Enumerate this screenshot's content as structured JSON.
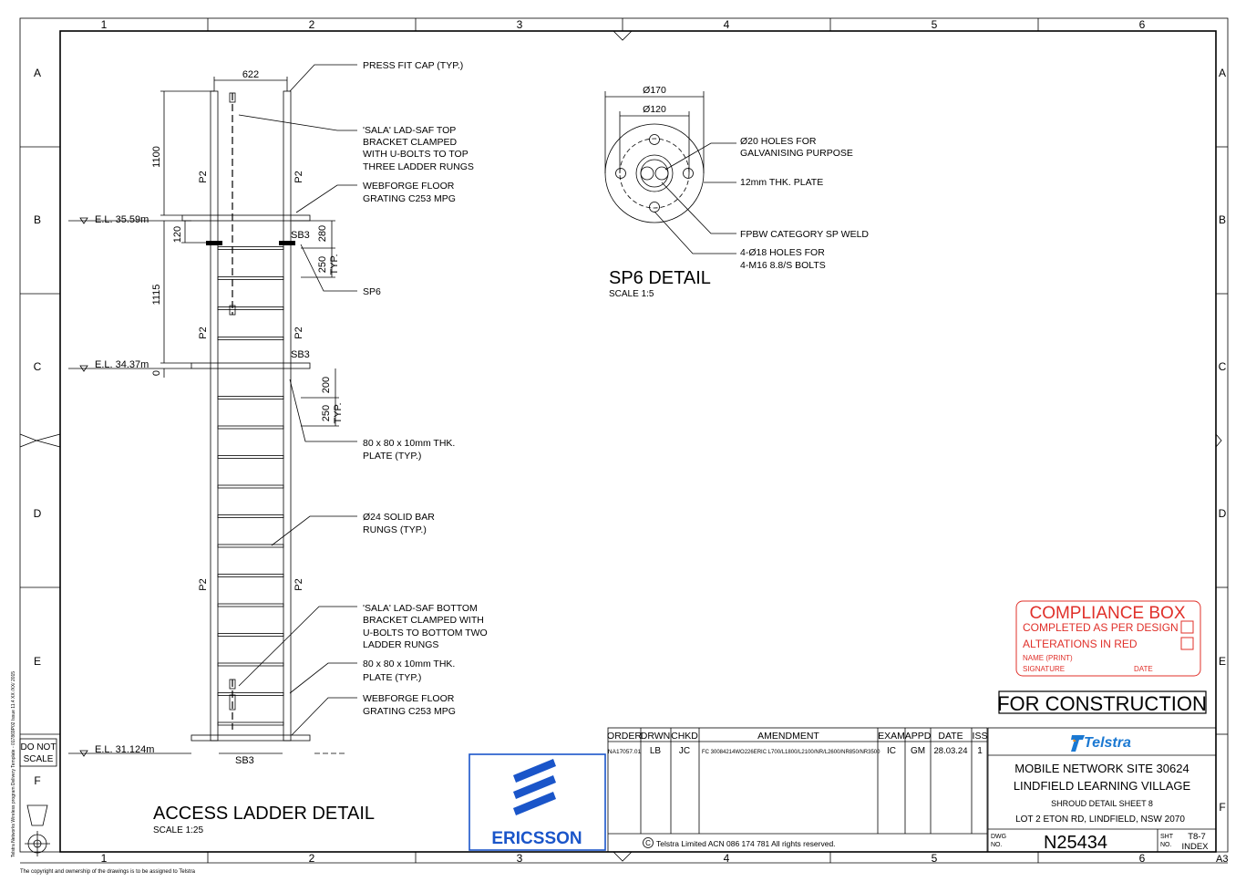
{
  "border": {
    "col_labels": [
      "1",
      "2",
      "3",
      "4",
      "5",
      "6"
    ],
    "row_labels": [
      "A",
      "B",
      "C",
      "D",
      "E",
      "F"
    ],
    "paper_size": "A3",
    "side_text": "Telstra Networks Wireless program Delivery Template - 017869P02 Issue 11.4  XX /XX/ 2015",
    "bottom_text": "The copyright and ownership of the drawings is to be assigned to Telstra"
  },
  "ladder": {
    "title": "ACCESS LADDER DETAIL",
    "scale": "SCALE 1:25",
    "dims": {
      "width": "622",
      "top_height": "1100",
      "mid_height": "1115",
      "bracket_offset": "120",
      "zero": "0",
      "rung_top": "280",
      "rung_spacing": "250",
      "typ": "TYP.",
      "rung_top2": "200",
      "rung_spacing2": "250",
      "typ2": "TYP."
    },
    "member_labels": {
      "post": "P2",
      "sb": "SB3"
    },
    "levels": [
      "E.L.  35.59m",
      "E.L.  34.37m",
      "E.L.  31.124m"
    ],
    "callouts": {
      "press_fit": "PRESS FIT CAP (TYP.)",
      "sala_top": [
        "'SALA' LAD-SAF TOP",
        "BRACKET CLAMPED",
        "WITH U-BOLTS TO TOP",
        "THREE LADDER RUNGS"
      ],
      "webforge_top": [
        "WEBFORGE FLOOR",
        "GRATING C253 MPG"
      ],
      "sp6": "SP6",
      "plate_top": [
        "80 x 80 x 10mm THK.",
        "PLATE (TYP.)"
      ],
      "rungs": [
        "Ø24 SOLID BAR",
        "RUNGS (TYP.)"
      ],
      "sala_bottom": [
        "'SALA' LAD-SAF BOTTOM",
        "BRACKET CLAMPED WITH",
        "U-BOLTS TO BOTTOM TWO",
        "LADDER RUNGS"
      ],
      "plate_bottom": [
        "80 x 80 x 10mm THK.",
        "PLATE (TYP.)"
      ],
      "webforge_bottom": [
        "WEBFORGE FLOOR",
        "GRATING C253 MPG"
      ]
    }
  },
  "sp6": {
    "title": "SP6 DETAIL",
    "scale": "SCALE 1:5",
    "dia_outer": "Ø170",
    "dia_inner": "Ø120",
    "callouts": {
      "holes20": [
        "Ø20 HOLES FOR",
        "GALVANISING PURPOSE"
      ],
      "plate": "12mm THK. PLATE",
      "weld": "FPBW CATEGORY SP WELD",
      "holes18": [
        "4-Ø18 HOLES FOR",
        "4-M16 8.8/S BOLTS"
      ]
    }
  },
  "compliance": {
    "title": "COMPLIANCE BOX",
    "line1": "COMPLETED AS PER DESIGN",
    "line2": "ALTERATIONS IN RED",
    "name": "NAME (PRINT)",
    "signature": "SIGNATURE",
    "date": "DATE",
    "colour": "#e0302a"
  },
  "stamp": "FOR CONSTRUCTION",
  "do_not_scale": [
    "DO NOT",
    "SCALE"
  ],
  "revision": {
    "headers": [
      "ORDER",
      "DRWN",
      "CHKD",
      "AMENDMENT",
      "EXAM",
      "APPD",
      "DATE",
      "ISS"
    ],
    "rows": [
      [
        "NA17057.01",
        "LB",
        "JC",
        "FC 30084214WO226ERIC L700/L1800/L2100/NR/L2600/NR850/NR3500",
        "IC",
        "GM",
        "28.03.24",
        "1"
      ]
    ],
    "copyright": "Telstra Limited   ACN 086 174 781   All rights reserved."
  },
  "title_block": {
    "brand": "Telstra",
    "site": "MOBILE NETWORK SITE 30624",
    "site_name": "LINDFIELD LEARNING VILLAGE",
    "sheet_desc": "SHROUD DETAIL SHEET 8",
    "address": "LOT 2 ETON RD, LINDFIELD, NSW 2070",
    "dwg_label": [
      "DWG",
      "NO."
    ],
    "dwg_no": "N25434",
    "sht_label": [
      "SHT",
      "NO."
    ],
    "sht_no": [
      "T8-7",
      "INDEX"
    ],
    "brand_colour": "#1a78d2"
  },
  "ericsson": {
    "name": "ERICSSON",
    "colour": "#1a55c9"
  }
}
